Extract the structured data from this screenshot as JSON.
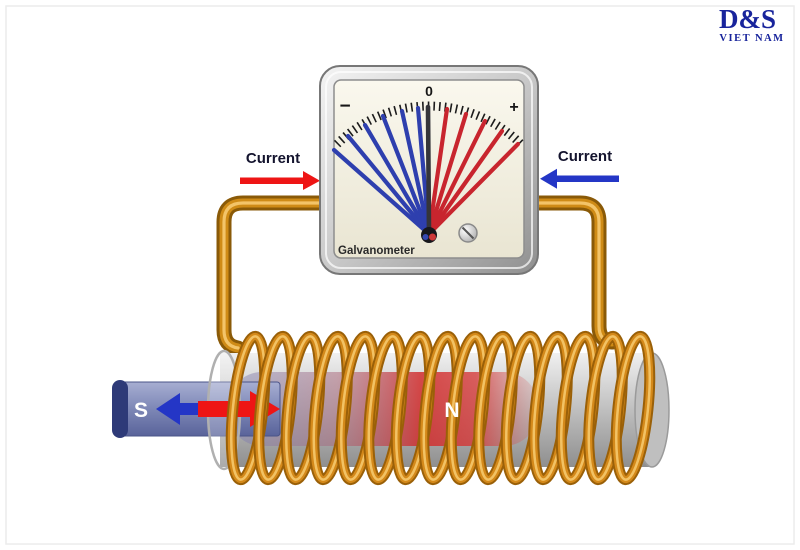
{
  "logo": {
    "title": "D&S",
    "subtitle": "VIET NAM"
  },
  "galvanometer": {
    "label": "Galvanometer",
    "scale": {
      "zero": "0",
      "minus": "−",
      "plus": "+"
    }
  },
  "circuit": {
    "current_left": "Current",
    "current_right": "Current"
  },
  "magnet": {
    "south": "S",
    "north": "N"
  },
  "colors": {
    "copper_wire": "#cf8b16",
    "copper_dark": "#8a5a08",
    "copper_highlight": "#f3c469",
    "red_arrow": "#ee1515",
    "blue_arrow": "#2436c6",
    "needle_blue": "#2e3fae",
    "needle_red": "#c8252e",
    "needle_center": "#35353a",
    "magnet_blue": "#7d87b6",
    "glow_red": "#d22828",
    "meter_face": "#f4f1e4",
    "logo_blue": "#18249c",
    "tube_gray": "#b5b5b5"
  }
}
